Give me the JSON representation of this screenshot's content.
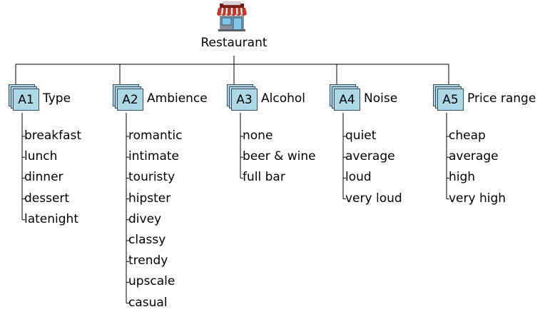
{
  "root": {
    "label": "Restaurant",
    "icon": "shop-storefront-icon"
  },
  "attributes": [
    {
      "code": "A1",
      "name": "Type",
      "values": [
        "breakfast",
        "lunch",
        "dinner",
        "dessert",
        "latenight"
      ]
    },
    {
      "code": "A2",
      "name": "Ambience",
      "values": [
        "romantic",
        "intimate",
        "touristy",
        "hipster",
        "divey",
        "classy",
        "trendy",
        "upscale",
        "casual"
      ]
    },
    {
      "code": "A3",
      "name": "Alcohol",
      "values": [
        "none",
        "beer & wine",
        "full bar"
      ]
    },
    {
      "code": "A4",
      "name": "Noise",
      "values": [
        "quiet",
        "average",
        "loud",
        "very loud"
      ]
    },
    {
      "code": "A5",
      "name": "Price range",
      "values": [
        "cheap",
        "average",
        "high",
        "very high"
      ]
    }
  ],
  "colors": {
    "card_fill": "#add8e6",
    "card_border": "#3a4a5a",
    "line": "#000000",
    "awning": "#c0392b"
  }
}
